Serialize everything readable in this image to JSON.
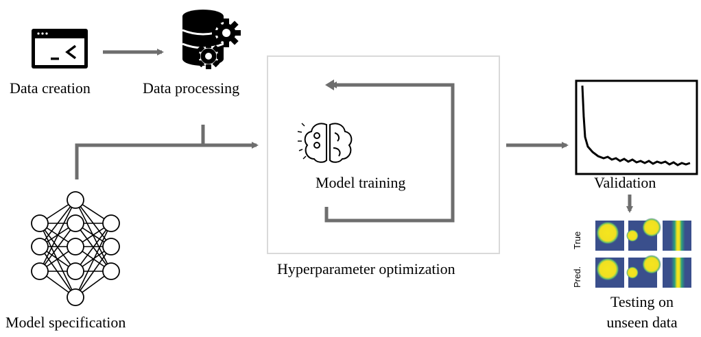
{
  "labels": {
    "data_creation": "Data creation",
    "data_processing": "Data processing",
    "model_training": "Model training",
    "hyperparameter_optimization": "Hyperparameter optimization",
    "validation": "Validation",
    "testing_line1": "Testing on",
    "testing_line2": "unseen data",
    "model_specification": "Model specification",
    "row_true": "True",
    "row_pred": "Pred."
  },
  "colors": {
    "arrow": "#6e6e6e",
    "box_border": "#d9d9d9",
    "heatmap_bg": "#3a4f8c",
    "heatmap_blob": "#f2e21f",
    "heatmap_mid": "#2ca07f"
  },
  "icons": {
    "data_creation": "terminal-window-icon",
    "data_processing": "database-gears-icon",
    "model_training": "brain-gears-icon",
    "validation": "loss-curve-icon",
    "model_specification": "neural-network-icon"
  }
}
